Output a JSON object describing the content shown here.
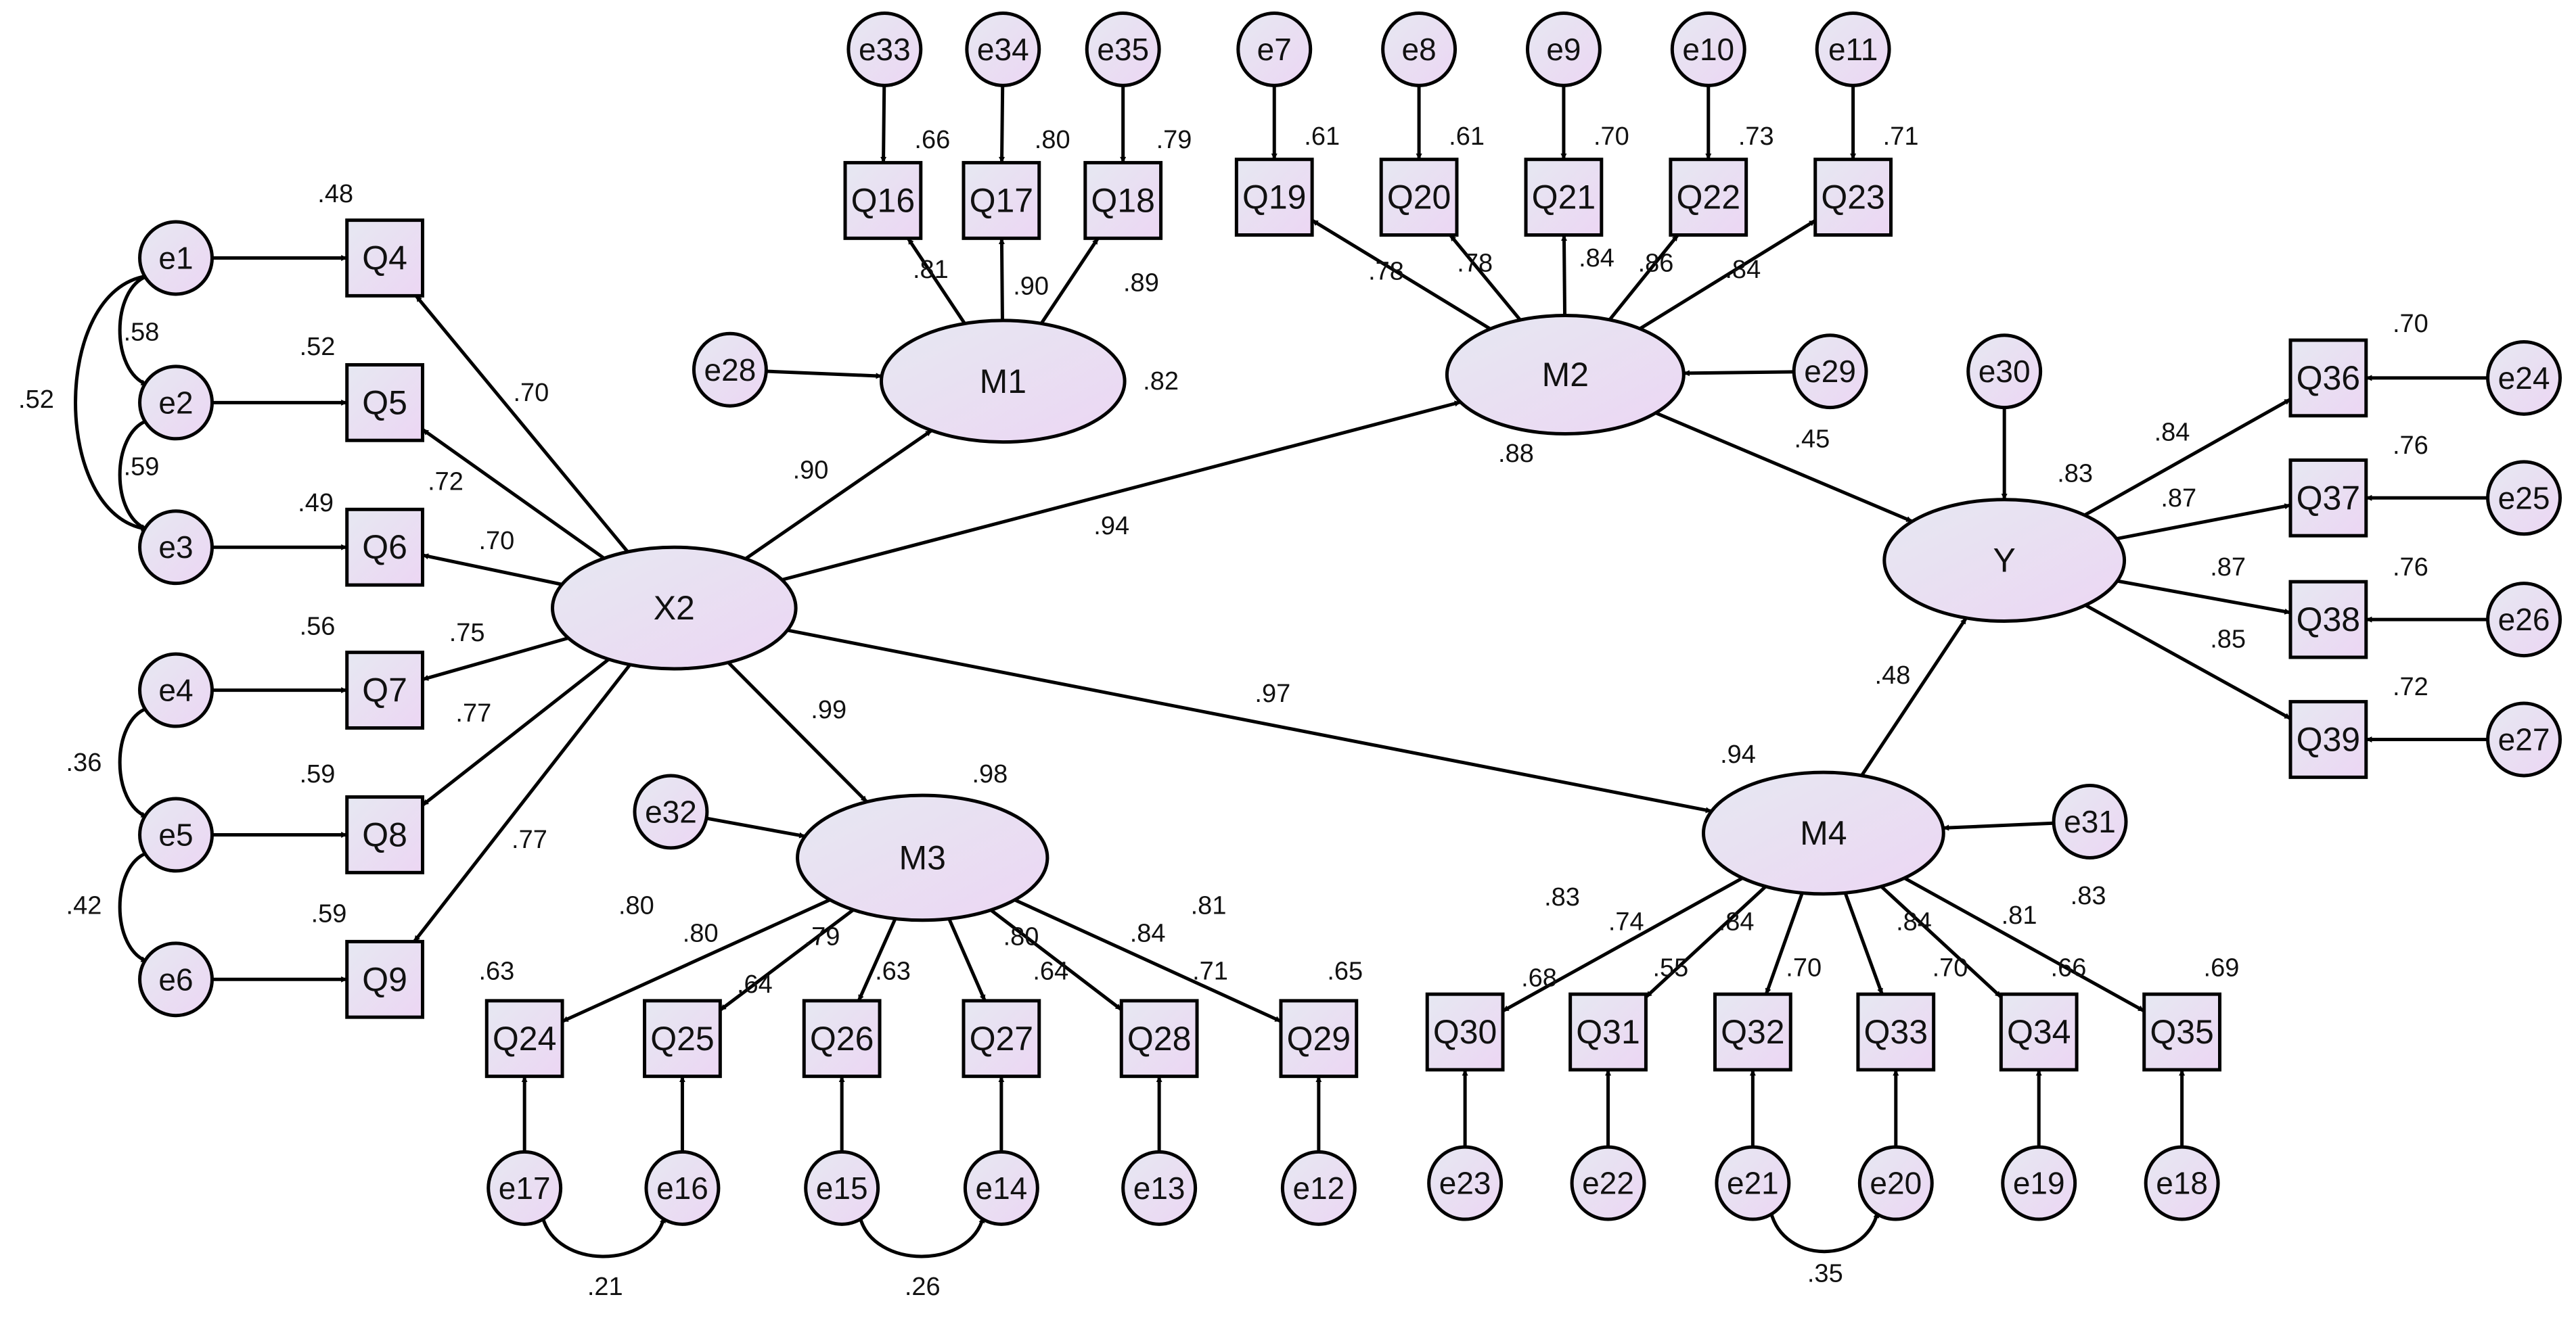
{
  "colors": {
    "fill_light": "#e6e8f2",
    "fill_dark": "#ecd6f3",
    "stroke": "#000000"
  },
  "latents": {
    "X2": "X2",
    "M1": "M1",
    "M2": "M2",
    "M3": "M3",
    "M4": "M4",
    "Y": "Y"
  },
  "indicators": {
    "Q4": "Q4",
    "Q5": "Q5",
    "Q6": "Q6",
    "Q7": "Q7",
    "Q8": "Q8",
    "Q9": "Q9",
    "Q16": "Q16",
    "Q17": "Q17",
    "Q18": "Q18",
    "Q19": "Q19",
    "Q20": "Q20",
    "Q21": "Q21",
    "Q22": "Q22",
    "Q23": "Q23",
    "Q24": "Q24",
    "Q25": "Q25",
    "Q26": "Q26",
    "Q27": "Q27",
    "Q28": "Q28",
    "Q29": "Q29",
    "Q30": "Q30",
    "Q31": "Q31",
    "Q32": "Q32",
    "Q33": "Q33",
    "Q34": "Q34",
    "Q35": "Q35",
    "Q36": "Q36",
    "Q37": "Q37",
    "Q38": "Q38",
    "Q39": "Q39"
  },
  "errors": {
    "e1": "e1",
    "e2": "e2",
    "e3": "e3",
    "e4": "e4",
    "e5": "e5",
    "e6": "e6",
    "e7": "e7",
    "e8": "e8",
    "e9": "e9",
    "e10": "e10",
    "e11": "e11",
    "e12": "e12",
    "e13": "e13",
    "e14": "e14",
    "e15": "e15",
    "e16": "e16",
    "e17": "e17",
    "e18": "e18",
    "e19": "e19",
    "e20": "e20",
    "e21": "e21",
    "e22": "e22",
    "e23": "e23",
    "e24": "e24",
    "e25": "e25",
    "e26": "e26",
    "e27": "e27",
    "e28": "e28",
    "e29": "e29",
    "e30": "e30",
    "e31": "e31",
    "e32": "e32",
    "e33": "e33",
    "e34": "e34",
    "e35": "e35"
  },
  "r2": {
    "Q4": ".48",
    "Q5": ".52",
    "Q6": ".49",
    "Q7": ".56",
    "Q8": ".59",
    "Q9": ".59",
    "Q16": ".66",
    "Q17": ".80",
    "Q18": ".79",
    "Q19": ".61",
    "Q20": ".61",
    "Q21": ".70",
    "Q22": ".73",
    "Q23": ".71",
    "Q24": ".63",
    "Q25": ".64",
    "Q26": ".63",
    "Q27": ".64",
    "Q28": ".71",
    "Q29": ".65",
    "Q30": ".68",
    "Q31": ".55",
    "Q32": ".70",
    "Q33": ".70",
    "Q34": ".66",
    "Q35": ".69",
    "Q36": ".70",
    "Q37": ".76",
    "Q38": ".76",
    "Q39": ".72",
    "M1": ".82",
    "M2": ".88",
    "M3": ".98",
    "M4": ".94",
    "Y": ".83"
  },
  "loadings": {
    "X2_Q4": ".70",
    "X2_Q5": ".72",
    "X2_Q6": ".70",
    "X2_Q7": ".75",
    "X2_Q8": ".77",
    "X2_Q9": ".77",
    "M1_Q16": ".81",
    "M1_Q17": ".90",
    "M1_Q18": ".89",
    "M2_Q19": ".78",
    "M2_Q20": ".78",
    "M2_Q21": ".84",
    "M2_Q22": ".86",
    "M2_Q23": ".84",
    "M3_Q24": ".80",
    "M3_Q25": ".80",
    "M3_Q26": ".79",
    "M3_Q27": ".80",
    "M3_Q28": ".84",
    "M3_Q29": ".81",
    "M4_Q30": ".83",
    "M4_Q31": ".74",
    "M4_Q32": ".84",
    "M4_Q33": ".84",
    "M4_Q34": ".81",
    "M4_Q35": ".83",
    "Y_Q36": ".84",
    "Y_Q37": ".87",
    "Y_Q38": ".87",
    "Y_Q39": ".85"
  },
  "paths": {
    "X2_M1": ".90",
    "X2_M2": ".94",
    "X2_M3": ".99",
    "X2_M4": ".97",
    "M2_Y": ".45",
    "M4_Y": ".48"
  },
  "covariances": {
    "e1_e2": ".58",
    "e2_e3": ".59",
    "e1_e3": ".52",
    "e4_e5": ".36",
    "e5_e6": ".42",
    "e17_e16": ".21",
    "e15_e14": ".26",
    "e21_e20": ".35"
  }
}
